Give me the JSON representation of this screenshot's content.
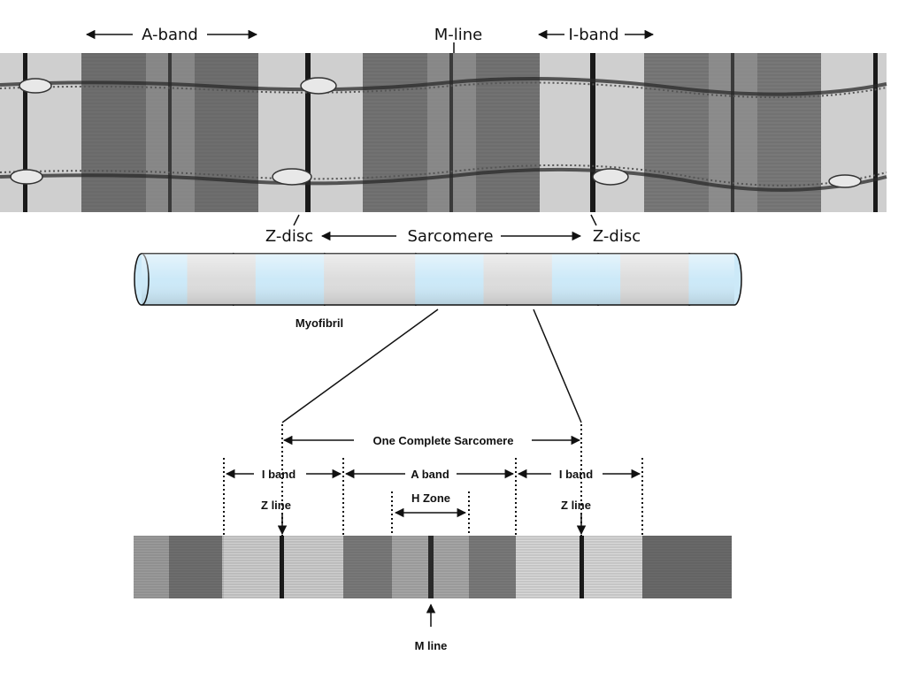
{
  "em_labels": {
    "a_band": "A-band",
    "m_line": "M-line",
    "i_band": "I-band",
    "z_disc_left": "Z-disc",
    "sarcomere": "Sarcomere",
    "z_disc_right": "Z-disc"
  },
  "myofibril": {
    "label": "Myofibril",
    "colors": {
      "light_band": "#cce9f8",
      "dark_band": "#dcdcdc"
    }
  },
  "sarcomere_diagram": {
    "complete": "One Complete Sarcomere",
    "i_band_left": "I band",
    "a_band": "A band",
    "i_band_right": "I band",
    "h_zone": "H Zone",
    "z_line_left": "Z line",
    "z_line_right": "Z line",
    "m_line": "M line"
  }
}
